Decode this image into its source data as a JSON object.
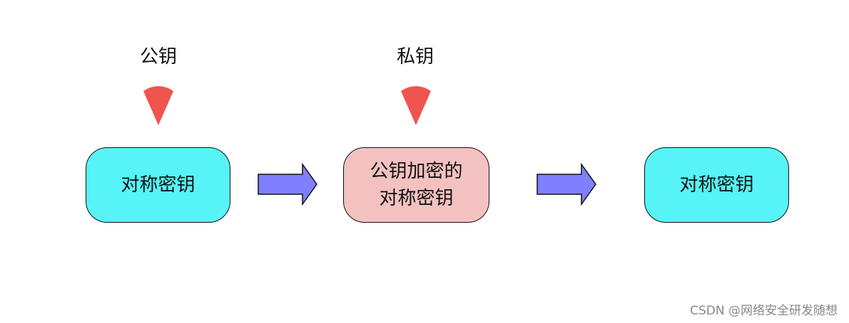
{
  "diagram": {
    "public_key_label": "公钥",
    "private_key_label": "私钥",
    "box1": {
      "text": "对称密钥"
    },
    "box2": {
      "line1": "公钥加密的",
      "line2": "对称密钥"
    },
    "box3": {
      "text": "对称密钥"
    }
  },
  "watermark": "CSDN @网络安全研发随想",
  "colors": {
    "box_cyan": "#56f4f6",
    "box_pink": "#f4c1c1",
    "arrow_fill": "#8080ff",
    "wedge_fill": "#f0544e"
  },
  "icons": {
    "key_marker": "red-wedge-icon",
    "flow_arrow": "right-arrow-icon"
  }
}
